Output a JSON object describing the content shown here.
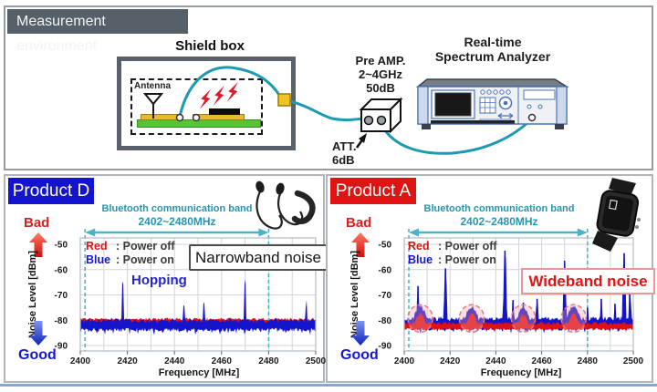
{
  "header": {
    "title": "Measurement environment"
  },
  "setup": {
    "shield_box_label": "Shield box",
    "antenna_label": "Antenna",
    "preamp": {
      "line1": "Pre AMP.",
      "line2": "2~4GHz",
      "line3": "50dB"
    },
    "attenuator": {
      "line1": "ATT.",
      "line2": "6dB"
    },
    "analyzer": {
      "line1": "Real-time",
      "line2": "Spectrum Analyzer"
    },
    "cable_color": "#1b9ab2"
  },
  "panels": {
    "d": {
      "title": "Product D",
      "title_bg": "#1414cf",
      "band_line1": "Bluetooth communication band",
      "band_line2": "2402~2480MHz",
      "bad": "Bad",
      "good": "Good",
      "ylabel": "Noise Level [dBm]",
      "xlabel": "Frequency [MHz]",
      "legend": [
        {
          "key": "Red",
          "key_color": "#e01111",
          "text": ": Power off"
        },
        {
          "key": "Blue",
          "key_color": "#1616cf",
          "text": ": Power on"
        }
      ],
      "annotations": {
        "box": "Narrowband noise",
        "hopping": "Hopping"
      }
    },
    "a": {
      "title": "Product A",
      "title_bg": "#e11212",
      "band_line1": "Bluetooth communication band",
      "band_line2": "2402~2480MHz",
      "bad": "Bad",
      "good": "Good",
      "ylabel": "Noise Level [dBm]",
      "xlabel": "Frequency [MHz]",
      "legend": [
        {
          "key": "Red",
          "key_color": "#e01111",
          "text": ": Power off"
        },
        {
          "key": "Blue",
          "key_color": "#1616cf",
          "text": ": Power on"
        }
      ],
      "annotations": {
        "box": "Wideband noise"
      }
    }
  },
  "chart_data": [
    {
      "type": "line",
      "title": "Product D",
      "xlabel": "Frequency [MHz]",
      "ylabel": "Noise Level [dBm]",
      "xlim": [
        2400,
        2500
      ],
      "ylim": [
        -90,
        -50
      ],
      "x_ticks": [
        2400,
        2420,
        2440,
        2460,
        2480,
        2500
      ],
      "y_ticks": [
        -50,
        -60,
        -70,
        -80,
        -90
      ],
      "grid": true,
      "bluetooth_band_mhz": [
        2402,
        2480
      ],
      "band_color": "#4ab4c6",
      "draw_order": "red-first",
      "series": [
        {
          "name": "Power off",
          "color": "#e01111",
          "floor_dbm": -80.2,
          "peaks": [],
          "humps": []
        },
        {
          "name": "Power on",
          "color": "#1414cc",
          "floor_dbm": -81,
          "peaks": [
            {
              "freq": 2418,
              "level": -63
            },
            {
              "freq": 2444,
              "level": -72
            },
            {
              "freq": 2452.5,
              "level": -71
            },
            {
              "freq": 2470,
              "level": -62.5
            },
            {
              "freq": 2483.5,
              "level": -77.5
            },
            {
              "freq": 2496,
              "level": -71
            }
          ],
          "humps": []
        }
      ],
      "highlight_ellipses": [],
      "annotations": [
        "Narrowband noise",
        "Hopping"
      ]
    },
    {
      "type": "line",
      "title": "Product A",
      "xlabel": "Frequency [MHz]",
      "ylabel": "Noise Level [dBm]",
      "xlim": [
        2400,
        2500
      ],
      "ylim": [
        -90,
        -50
      ],
      "x_ticks": [
        2400,
        2420,
        2440,
        2460,
        2480,
        2500
      ],
      "y_ticks": [
        -50,
        -60,
        -70,
        -80,
        -90
      ],
      "grid": true,
      "bluetooth_band_mhz": [
        2402,
        2480
      ],
      "band_color": "#4ab4c6",
      "draw_order": "blue-first",
      "series": [
        {
          "name": "Power off",
          "color": "#e01111",
          "floor_dbm": -81.8,
          "peaks": [],
          "humps": [
            {
              "center": 2407,
              "level": -77.4,
              "sigma": 2.8
            },
            {
              "center": 2429.5,
              "level": -77.4,
              "sigma": 2.8
            },
            {
              "center": 2452,
              "level": -77.6,
              "sigma": 2.6
            },
            {
              "center": 2474,
              "level": -77.4,
              "sigma": 2.8
            }
          ]
        },
        {
          "name": "Power on",
          "color": "#1414cc",
          "floor_dbm": -80.6,
          "peaks": [
            {
              "freq": 2406,
              "level": -66.5
            },
            {
              "freq": 2418,
              "level": -59.5
            },
            {
              "freq": 2444,
              "level": -52.5
            },
            {
              "freq": 2447.5,
              "level": -72
            },
            {
              "freq": 2452,
              "level": -73
            },
            {
              "freq": 2458,
              "level": -71.5
            },
            {
              "freq": 2470,
              "level": -56.5
            },
            {
              "freq": 2480,
              "level": -75
            },
            {
              "freq": 2486,
              "level": -71.5
            },
            {
              "freq": 2492,
              "level": -73.5
            },
            {
              "freq": 2496,
              "level": -53.5
            },
            {
              "freq": 2498.5,
              "level": -68
            }
          ],
          "humps": [
            {
              "center": 2407,
              "level": -75,
              "sigma": 3.2
            },
            {
              "center": 2429.5,
              "level": -75,
              "sigma": 3.2
            },
            {
              "center": 2452,
              "level": -75.3,
              "sigma": 3.0
            },
            {
              "center": 2474,
              "level": -74.8,
              "sigma": 3.2
            }
          ]
        }
      ],
      "highlight_ellipses": [
        {
          "freq": 2407,
          "level": -79.3,
          "rx_mhz": 5.4,
          "ry_db": 5.4
        },
        {
          "freq": 2429.5,
          "level": -79.3,
          "rx_mhz": 5.4,
          "ry_db": 5.4
        },
        {
          "freq": 2452,
          "level": -79.3,
          "rx_mhz": 5.2,
          "ry_db": 5.4
        },
        {
          "freq": 2474,
          "level": -79.3,
          "rx_mhz": 5.4,
          "ry_db": 5.4
        }
      ],
      "annotations": [
        "Wideband noise"
      ]
    }
  ]
}
